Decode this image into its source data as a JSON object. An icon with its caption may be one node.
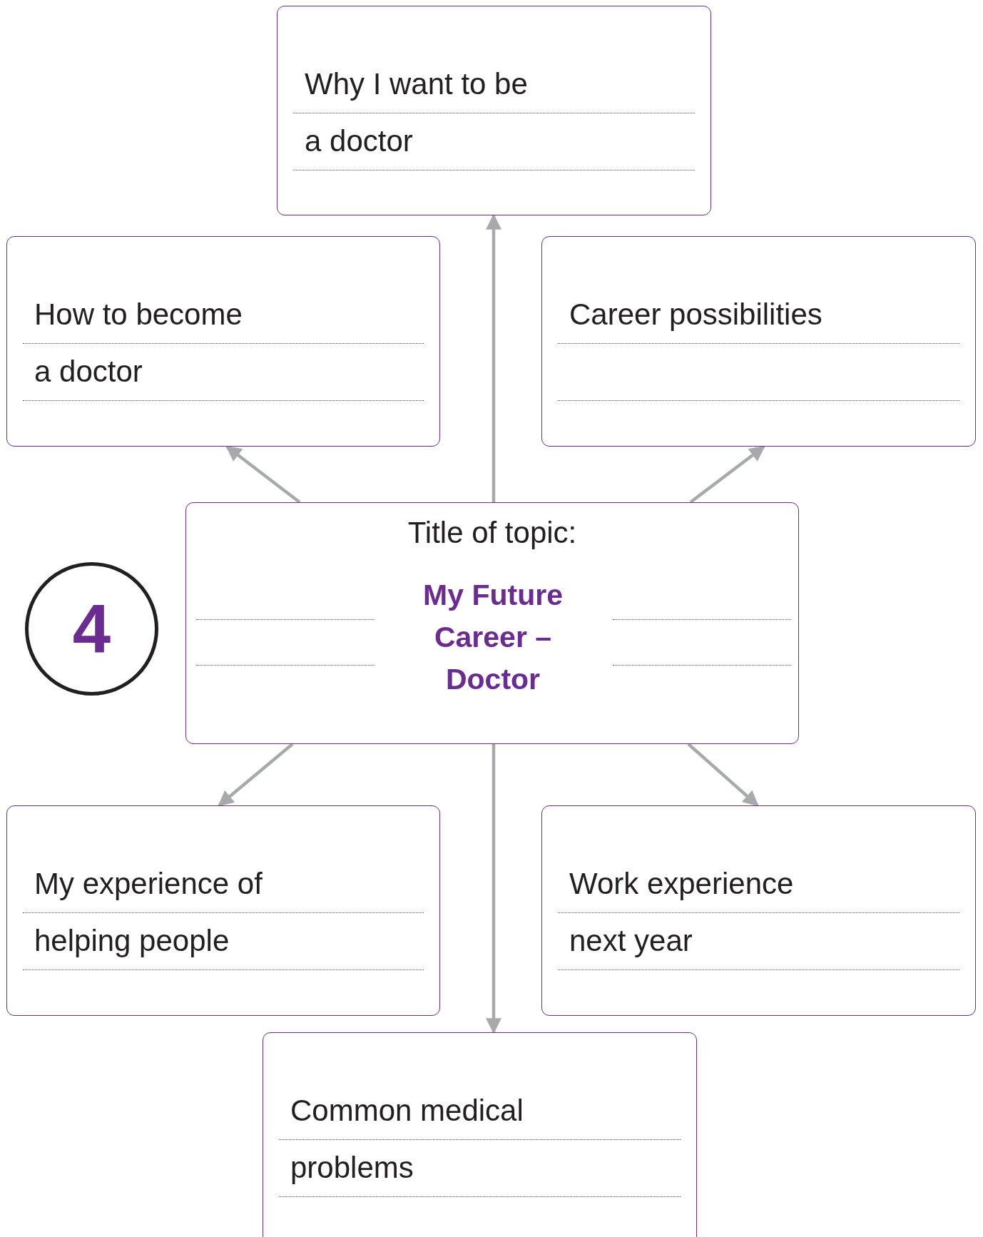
{
  "diagram": {
    "nodes": [
      {
        "text": [
          "Why I want to be a doctor"
        ]
      },
      {
        "text": [
          "How to become a doctor"
        ]
      },
      {
        "text": [
          "Career possibilities"
        ]
      },
      {
        "text": [
          "4"
        ]
      },
      {
        "text": [
          "Title of topic:",
          "My Future Career – Doctor"
        ]
      },
      {
        "text": [
          "My experience of helping people"
        ]
      },
      {
        "text": [
          "Work experience next year"
        ]
      },
      {
        "text": [
          "Common medical problems"
        ]
      }
    ],
    "edges": [
      {
        "from": 4,
        "to": 0,
        "arrow": "to"
      },
      {
        "from": 4,
        "to": 1,
        "arrow": "to"
      },
      {
        "from": 4,
        "to": 2,
        "arrow": "to"
      },
      {
        "from": 4,
        "to": 5,
        "arrow": "to"
      },
      {
        "from": 4,
        "to": 6,
        "arrow": "to"
      },
      {
        "from": 4,
        "to": 7,
        "arrow": "to"
      }
    ]
  }
}
